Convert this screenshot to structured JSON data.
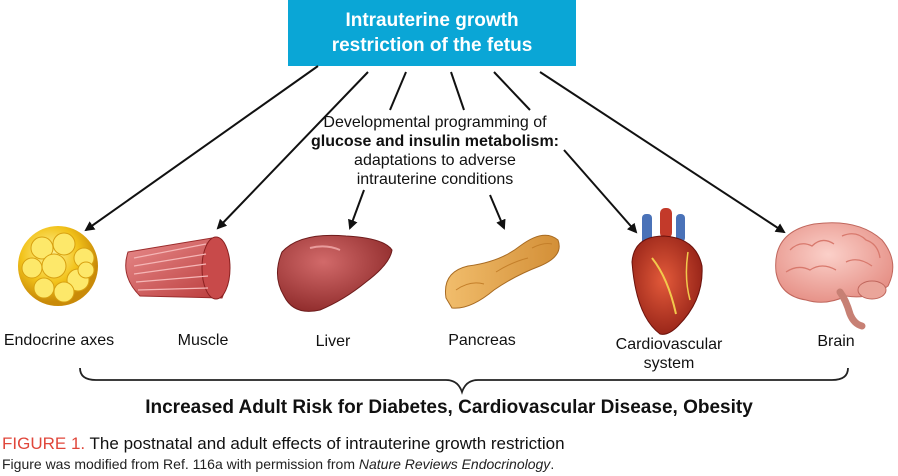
{
  "header": {
    "line1": "Intrauterine growth",
    "line2": "restriction of the fetus"
  },
  "programming": {
    "line1": "Developmental programming of",
    "line2": "glucose and insulin metabolism:",
    "line3": "adaptations to adverse",
    "line4": "intrauterine conditions"
  },
  "organs": [
    {
      "label": "Endocrine axes",
      "icon": "endocrine-gland-icon"
    },
    {
      "label": "Muscle",
      "icon": "muscle-icon"
    },
    {
      "label": "Liver",
      "icon": "liver-icon"
    },
    {
      "label": "Pancreas",
      "icon": "pancreas-icon"
    },
    {
      "label_line1": "Cardiovascular",
      "label_line2": "system",
      "icon": "heart-icon"
    },
    {
      "label": "Brain",
      "icon": "brain-icon"
    }
  ],
  "outcome": "Increased Adult Risk for Diabetes, Cardiovascular Disease, Obesity",
  "caption": {
    "figure_label": "FIGURE 1.",
    "title": "The postnatal and adult effects of intrauterine growth restriction",
    "note_prefix": "Figure was modified from Ref. 116a with permission from",
    "note_source": "Nature Reviews Endocrinology",
    "note_suffix": "."
  },
  "colors": {
    "header_bg": "#0aa6d6",
    "header_text": "#ffffff",
    "figure_label": "#e0463a"
  }
}
